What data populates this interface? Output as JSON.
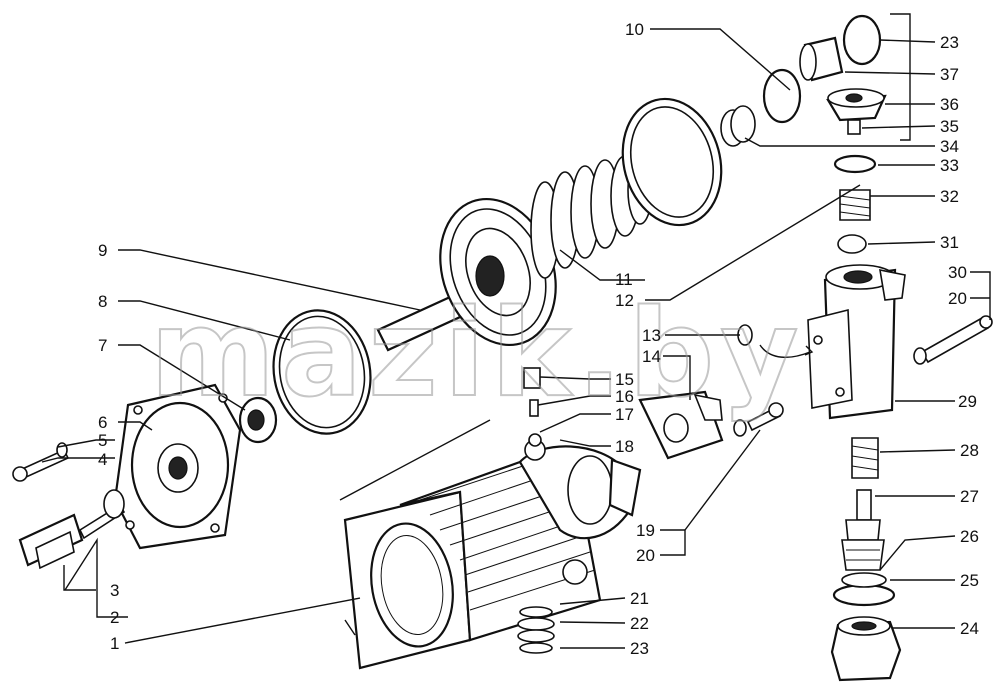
{
  "watermark": "mazik.by",
  "callouts": {
    "c1": "1",
    "c2": "2",
    "c3": "3",
    "c4": "4",
    "c5": "5",
    "c6": "6",
    "c7": "7",
    "c8": "8",
    "c9": "9",
    "c10": "10",
    "c11": "11",
    "c12": "12",
    "c13": "13",
    "c14": "14",
    "c15": "15",
    "c16": "16",
    "c17": "17",
    "c18": "18",
    "c19": "19",
    "c20a": "20",
    "c21": "21",
    "c22": "22",
    "c23a": "23",
    "c24": "24",
    "c25": "25",
    "c26": "26",
    "c27": "27",
    "c28": "28",
    "c29": "29",
    "c30": "30",
    "c20b": "20",
    "c31": "31",
    "c32": "32",
    "c33": "33",
    "c34": "34",
    "c35": "35",
    "c36": "36",
    "c37": "37",
    "c23b": "23"
  }
}
